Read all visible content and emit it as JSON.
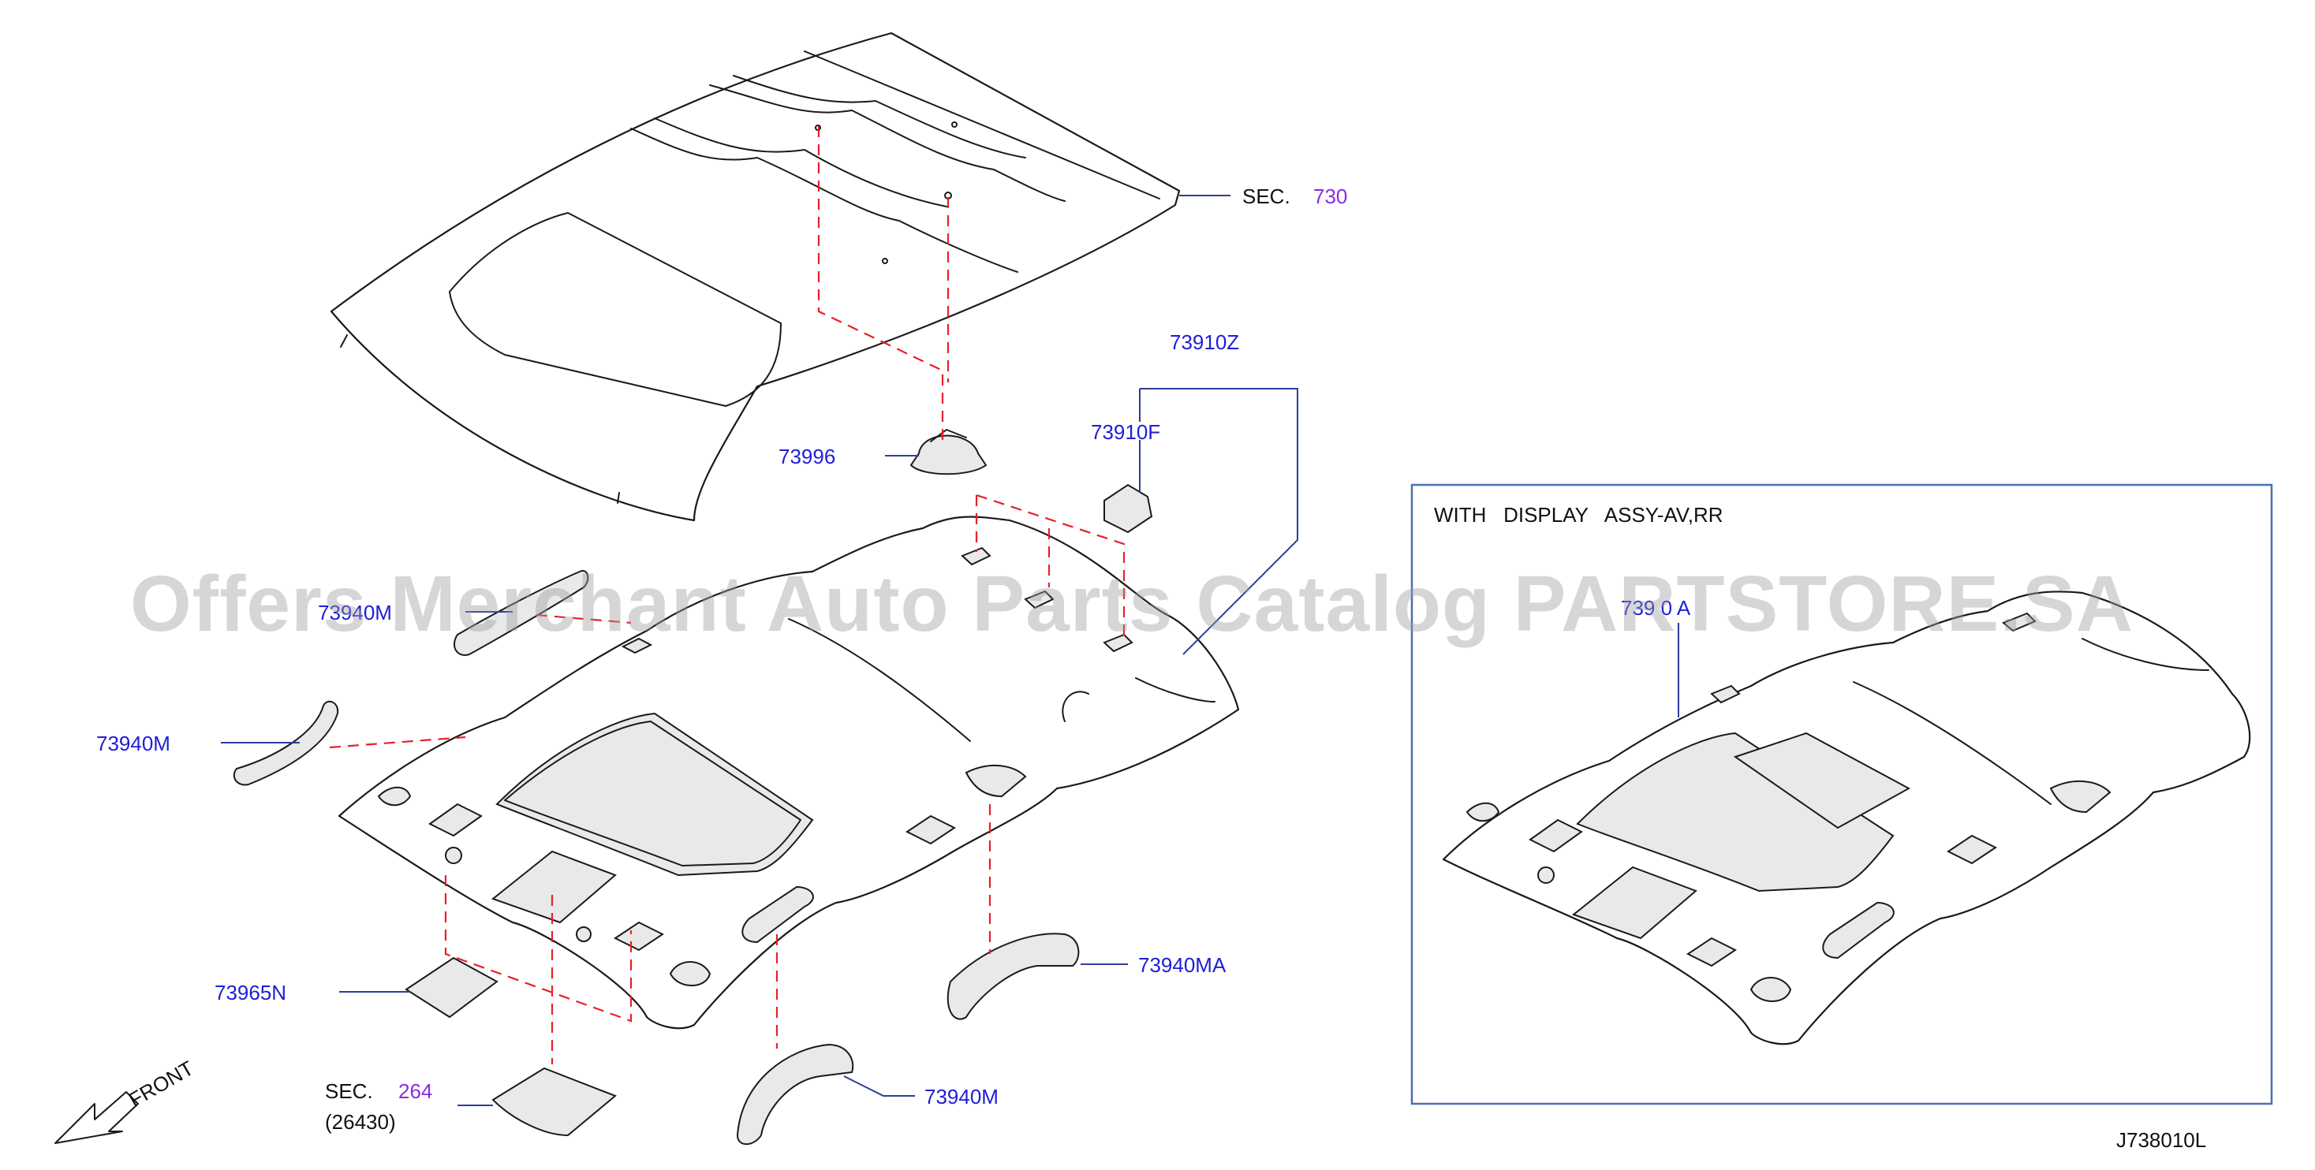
{
  "watermark": "Offers Merchant Auto Parts Catalog PARTSTORE.SA",
  "diagram_code": "J738010L",
  "front_label": "FRONT",
  "inset": {
    "title": "WITH   DISPLAY   ASSY-AV,RR",
    "label": "739 0 A"
  },
  "sections": [
    {
      "prefix": "SEC.",
      "number": "730"
    },
    {
      "prefix": "SEC.",
      "number": "264",
      "note": "(26430)"
    }
  ],
  "parts": {
    "roof_clip": "73996",
    "headlining_assy": "73910Z",
    "clip": "73910F",
    "rear_grip": "73940M",
    "front_grip_left": "73940M",
    "grip_ma": "73940MA",
    "grip_lower": "73940M",
    "lamp_cover": "73965N"
  },
  "colors": {
    "part_label": "#1e1ed8",
    "section_number": "#8a2be2",
    "leader": "#2d3e99",
    "dashed": "#e8202a"
  }
}
